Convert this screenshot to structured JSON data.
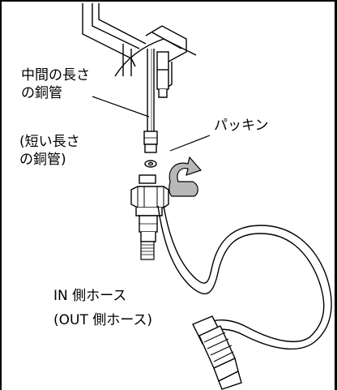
{
  "labels": {
    "middle_pipe_line1": "中間の長さ",
    "middle_pipe_line2": "の銅管",
    "short_pipe_line1": "(短い長さ",
    "short_pipe_line2": "の銅管)",
    "packing": "パッキン",
    "in_hose": "IN 側ホース",
    "out_hose": "(OUT 側ホース)"
  },
  "icons": {
    "rotate_arrow": "rotate-clockwise-arrow"
  },
  "colors": {
    "line": "#000000",
    "arrow_fill": "#b8b8b8",
    "background": "#ffffff"
  }
}
